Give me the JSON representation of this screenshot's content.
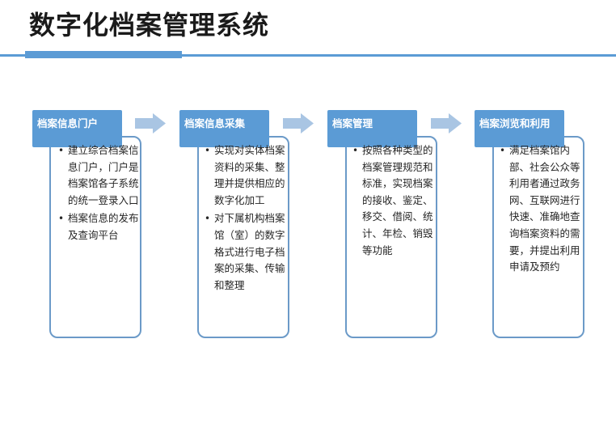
{
  "title": "数字化档案管理系统",
  "colors": {
    "accent": "#5b9bd5",
    "card_border": "#6b9ac8",
    "arrow": "#a9c5e3"
  },
  "stages": [
    {
      "header": "档案信息门户",
      "bullets": [
        "建立综合档案信息门户，门户是档案馆各子系统的统一登录入口",
        "档案信息的发布及查询平台"
      ]
    },
    {
      "header": "档案信息采集",
      "bullets": [
        "实现对实体档案资料的采集、整理并提供相应的数字化加工",
        "对下属机构档案馆（室）的数字格式进行电子档案的采集、传输和整理"
      ]
    },
    {
      "header": "档案管理",
      "bullets": [
        "按照各种类型的档案管理规范和标准，实现档案的接收、鉴定、移交、借阅、统计、年检、销毁等功能"
      ]
    },
    {
      "header": "档案浏览和利用",
      "bullets": [
        "满足档案馆内部、社会公众等利用者通过政务网、互联网进行快速、准确地查询档案资料的需要，并提出利用申请及预约"
      ]
    }
  ],
  "arrows": [
    "arrow-right-icon",
    "arrow-right-icon",
    "arrow-right-icon"
  ]
}
